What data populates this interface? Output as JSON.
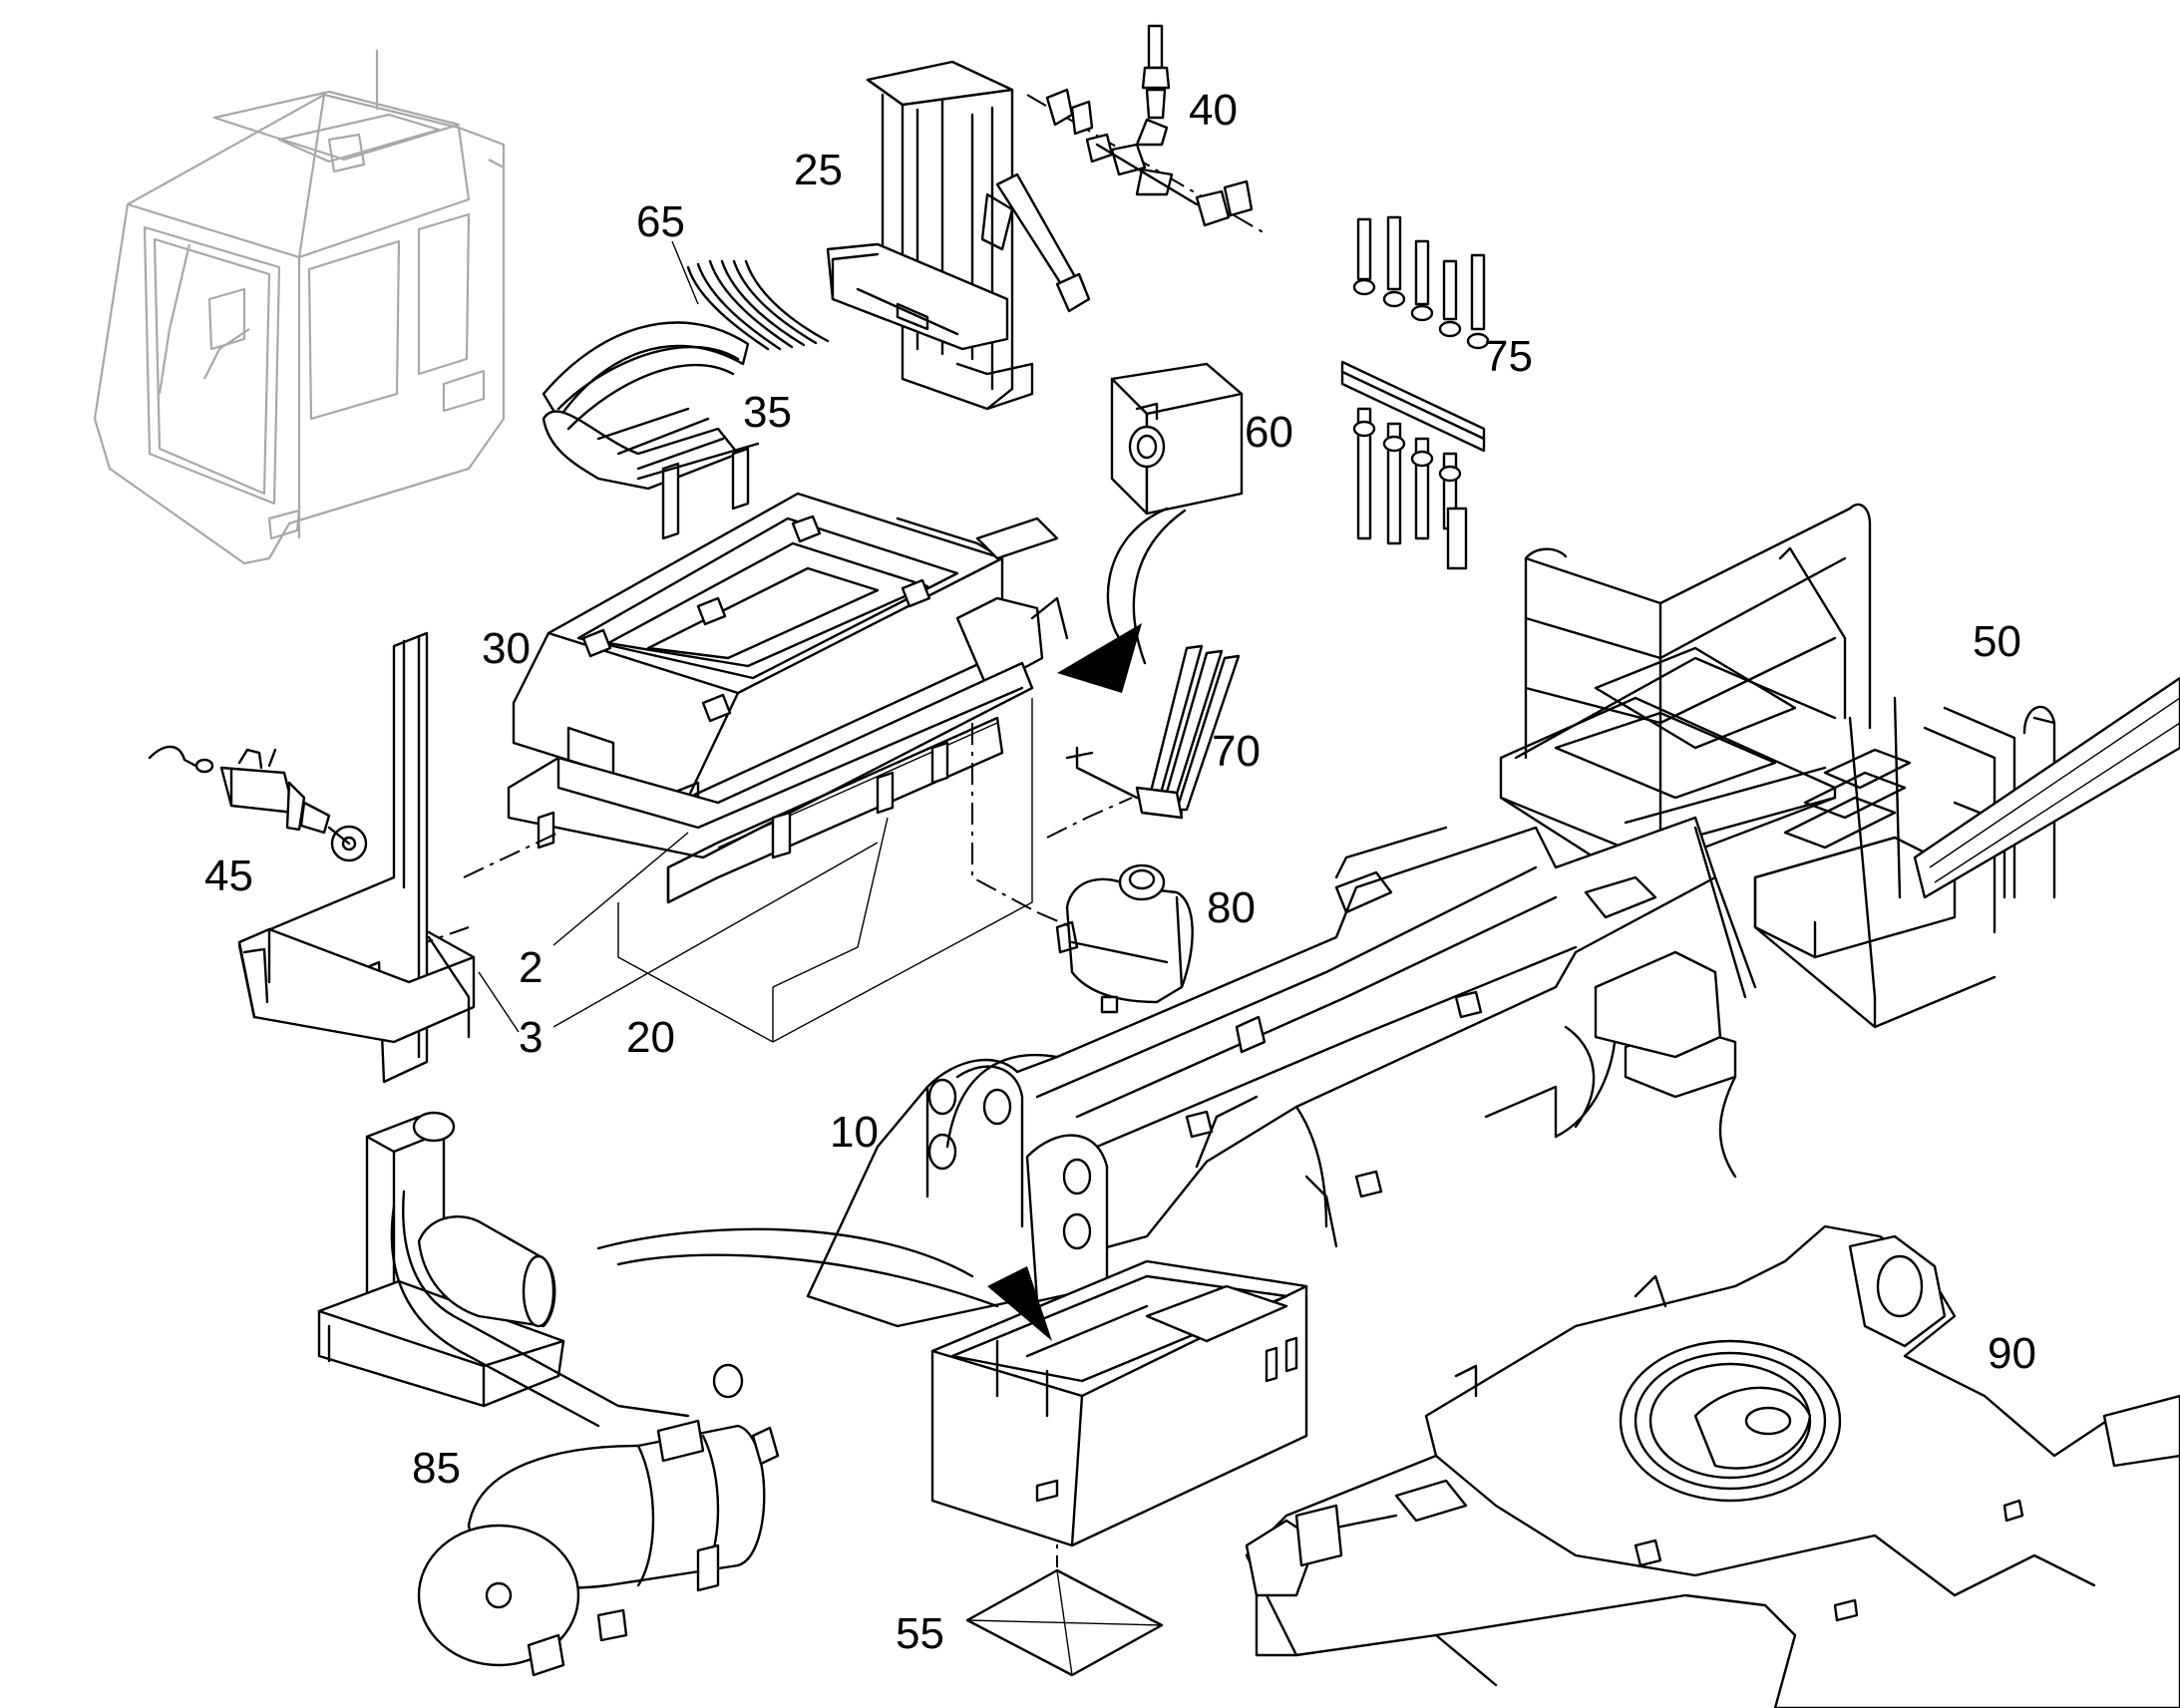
{
  "labels": {
    "cab": "",
    "p2": "2",
    "p3": "3",
    "p10": "10",
    "p20": "20",
    "p25": "25",
    "p30": "30",
    "p35": "35",
    "p40": "40",
    "p45": "45",
    "p50": "50",
    "p55": "55",
    "p60": "60",
    "p65": "65",
    "p70": "70",
    "p75": "75",
    "p80": "80",
    "p85": "85",
    "p90": "90"
  },
  "colors": {
    "ink": "#000000",
    "cab_ghost": "#a8a8a8",
    "background": "#ffffff"
  }
}
